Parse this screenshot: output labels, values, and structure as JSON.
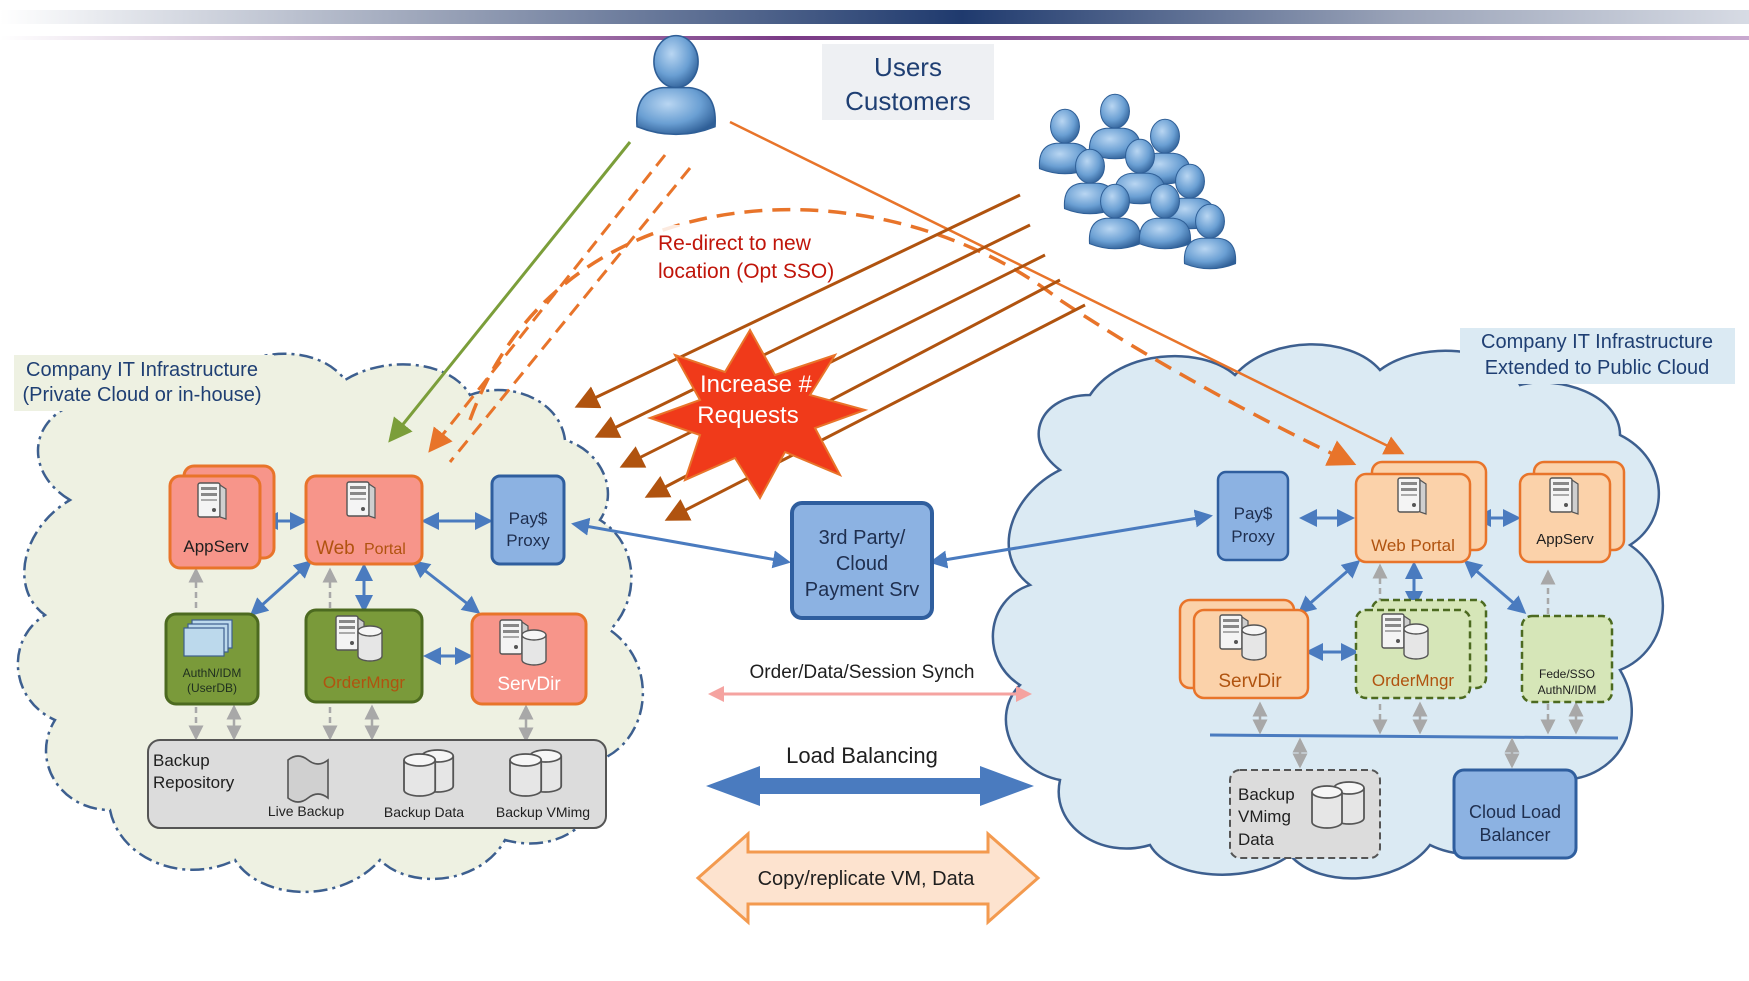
{
  "colors": {
    "private_cloud_fill": "#eef1e2",
    "public_cloud_fill": "#dbeaf3",
    "cloud_stroke": "#3d5f8f",
    "salmon": "#f7958a",
    "salmon_stroke": "#e8742a",
    "peach": "#fbd2aa",
    "olive": "#7a9a3a",
    "olive_stroke": "#4c6a20",
    "light_green": "#d6e6b8",
    "blue_box": "#8cb2e2",
    "blue_stroke": "#2f5e9e",
    "orange_line": "#e8742a",
    "brown_line": "#b0530f",
    "green_line": "#7b9e3a",
    "pink_arrow": "#f5a3a0",
    "blue_arrow": "#4a7bbf",
    "burst": "#f03a1a",
    "gray_conn": "#a8a8a8"
  },
  "users": {
    "line1": "Users",
    "line2": "Customers"
  },
  "redirect": {
    "line1": "Re-direct to new",
    "line2": "location (Opt SSO)"
  },
  "burst": {
    "line1": "Increase #",
    "line2": "Requests"
  },
  "private_cloud": {
    "title_line1": "Company IT Infrastructure",
    "title_line2": "(Private Cloud or in-house)",
    "appserv": "AppServ",
    "web_portal_a": "Web",
    "web_portal_b": "Portal",
    "pay_line1": "Pay$",
    "pay_line2": "Proxy",
    "authn_line1": "AuthN/IDM",
    "authn_line2": "(UserDB)",
    "ordermngr": "OrderMngr",
    "servdir": "ServDir",
    "backup_line1": "Backup",
    "backup_line2": "Repository",
    "live_backup": "Live Backup",
    "backup_data": "Backup Data",
    "backup_vmimg": "Backup VMimg"
  },
  "third_party": {
    "line1": "3rd Party/",
    "line2": "Cloud",
    "line3": "Payment Srv"
  },
  "legend": {
    "synch": "Order/Data/Session Synch",
    "load_balancing": "Load Balancing",
    "copy": "Copy/replicate VM, Data"
  },
  "public_cloud": {
    "title_line1": "Company IT Infrastructure",
    "title_line2": "Extended to Public Cloud",
    "pay_line1": "Pay$",
    "pay_line2": "Proxy",
    "web_portal": "Web Portal",
    "appserv": "AppServ",
    "servdir": "ServDir",
    "ordermngr": "OrderMngr",
    "fede_line1": "Fede/SSO",
    "fede_line2": "AuthN/IDM",
    "backup_line1": "Backup",
    "backup_line2": "VMimg",
    "backup_line3": "Data",
    "clb_line1": "Cloud Load",
    "clb_line2": "Balancer"
  }
}
